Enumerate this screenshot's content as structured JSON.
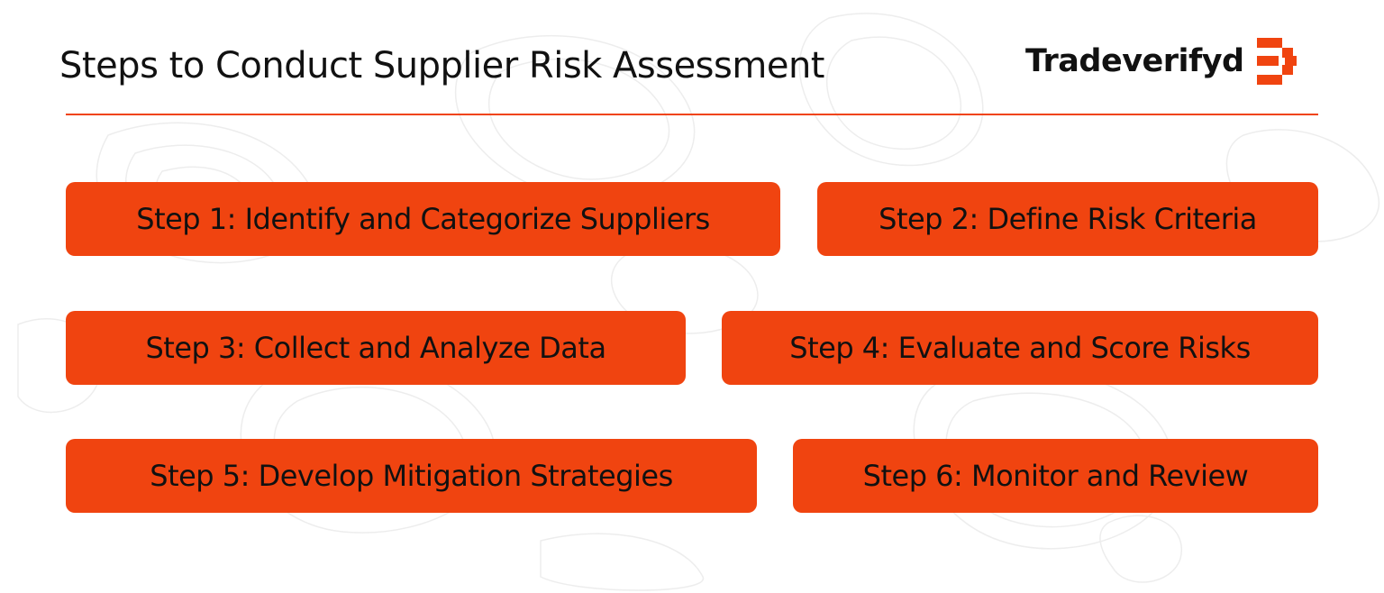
{
  "header": {
    "title": "Steps to Conduct Supplier Risk Assessment"
  },
  "brand": {
    "name": "Tradeverifyd",
    "logo_icon": "tradeverifyd-logo-icon"
  },
  "colors": {
    "accent": "#F04410",
    "text": "#111111",
    "background": "#FFFFFF",
    "contour_lines": "#EDEDED"
  },
  "steps": [
    {
      "label": "Step 1: Identify and Categorize Suppliers"
    },
    {
      "label": "Step 2: Define Risk Criteria"
    },
    {
      "label": "Step 3: Collect and Analyze Data"
    },
    {
      "label": "Step 4: Evaluate and Score Risks"
    },
    {
      "label": "Step 5: Develop Mitigation Strategies"
    },
    {
      "label": "Step 6: Monitor and Review"
    }
  ]
}
